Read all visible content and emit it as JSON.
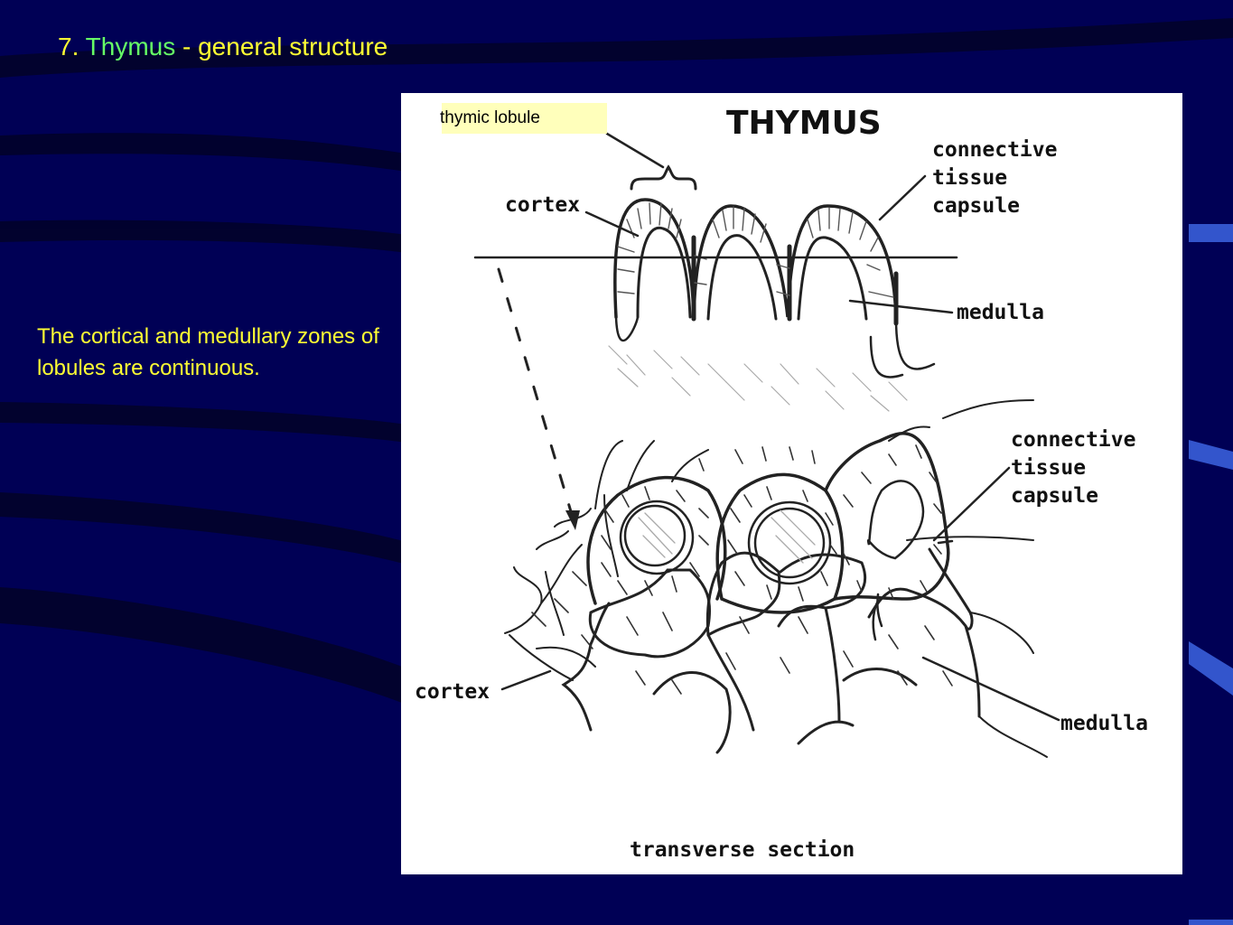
{
  "slide": {
    "title_number": "7.",
    "title_topic": "Thymus",
    "title_rest": "- general structure",
    "body": "The cortical and medullary zones of lobules are continuous."
  },
  "figure": {
    "callout": "thymic lobule",
    "title": "THYMUS",
    "top_labels": {
      "cortex": "cortex",
      "capsule_1": "connective",
      "capsule_2": "tissue",
      "capsule_3": "capsule",
      "medulla": "medulla"
    },
    "bottom_labels": {
      "capsule_1": "connective",
      "capsule_2": "tissue",
      "capsule_3": "capsule",
      "cortex": "cortex",
      "medulla": "medulla"
    },
    "caption": "transverse section"
  },
  "colors": {
    "background": "#000055",
    "title_yellow": "#ffff33",
    "title_green": "#66ff66",
    "callout_bg": "#ffffbb"
  }
}
